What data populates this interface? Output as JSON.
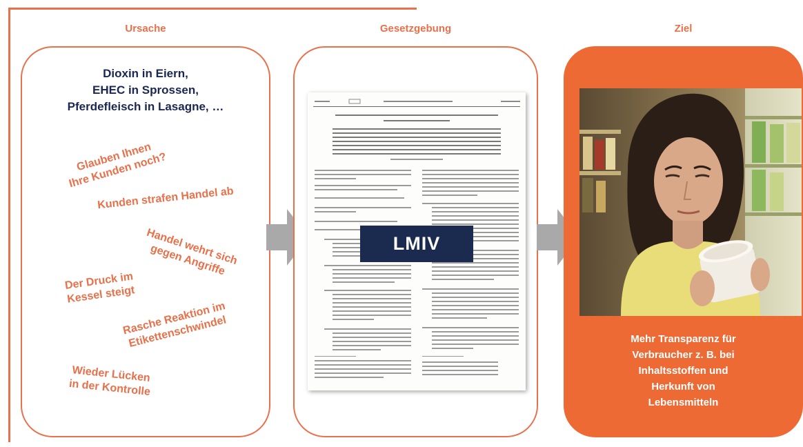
{
  "columns": {
    "cause": "Ursache",
    "legislation": "Gesetzgebung",
    "goal": "Ziel"
  },
  "cause_panel": {
    "headline": "Dioxin in Eiern,\nEHEC in Sprossen,\nPferdefleisch in Lasagne, …",
    "quotes": [
      "Glauben Ihnen\nIhre Kunden noch?",
      "Kunden strafen Handel ab",
      "Handel wehrt sich\ngegen Angriffe",
      "Der Druck im\nKessel steigt",
      "Rasche Reaktion im\nEtikettenschwindel",
      "Wieder Lücken\nin der Kontrolle"
    ]
  },
  "legislation_panel": {
    "badge": "LMIV"
  },
  "goal_panel": {
    "text": "Mehr Transparenz für\nVerbraucher z. B. bei\nInhaltsstoffen und\nHerkunft von\nLebensmitteln"
  },
  "colors": {
    "accent": "#e8704a",
    "goal_fill": "#ee6a35",
    "headline": "#1b2753",
    "badge": "#1b2a4f",
    "arrow": "#a9a9a9"
  },
  "icons": [
    "arrow-right-icon"
  ]
}
